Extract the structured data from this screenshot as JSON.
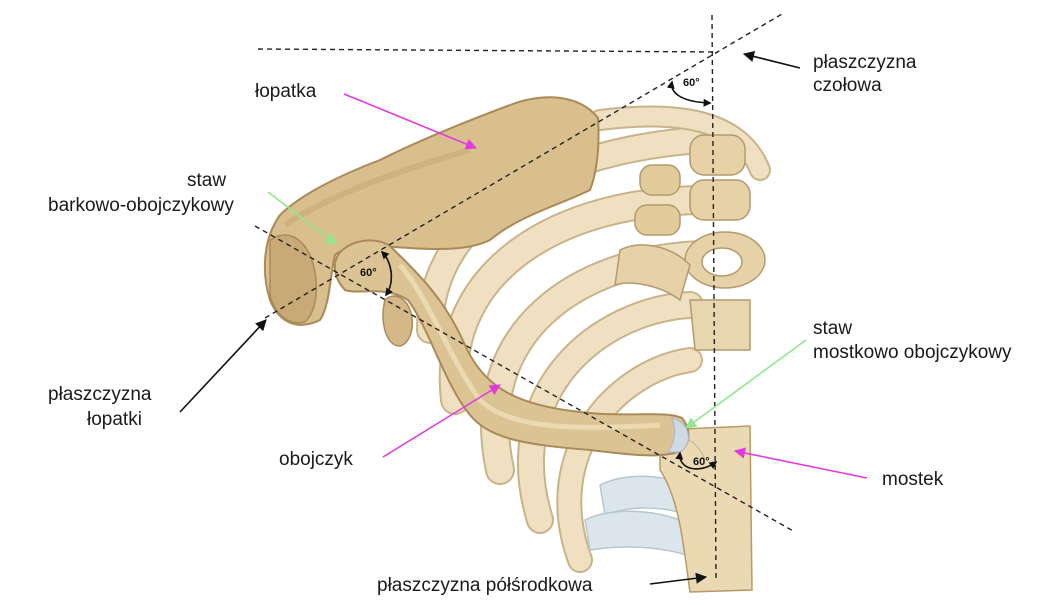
{
  "labels": {
    "plaszczyzna_czolowa": [
      "płaszczyzna",
      "czołowa"
    ],
    "lopatka": "łopatka",
    "staw_barkowo": [
      "staw",
      "barkowo-obojczykowy"
    ],
    "plaszczyzna_lopatki": [
      "płaszczyzna",
      "łopatki"
    ],
    "obojczyk": "obojczyk",
    "staw_mostkowo": [
      "staw",
      "mostkowo obojczykowy"
    ],
    "mostek": "mostek",
    "plaszczyzna_polsrodkowa": "płaszczyzna półśrodkowa"
  },
  "angles": {
    "top": "60°",
    "clavicle": "60°",
    "sternum": "60°"
  },
  "colors": {
    "bone": "#d9bf8e",
    "bone_dark": "#b89a66",
    "rib": "#eedfbf",
    "cartilage": "#d9e4ec",
    "pointer_magenta": "#e33ae0",
    "pointer_green": "#8fe88f",
    "pointer_black": "#111111"
  }
}
